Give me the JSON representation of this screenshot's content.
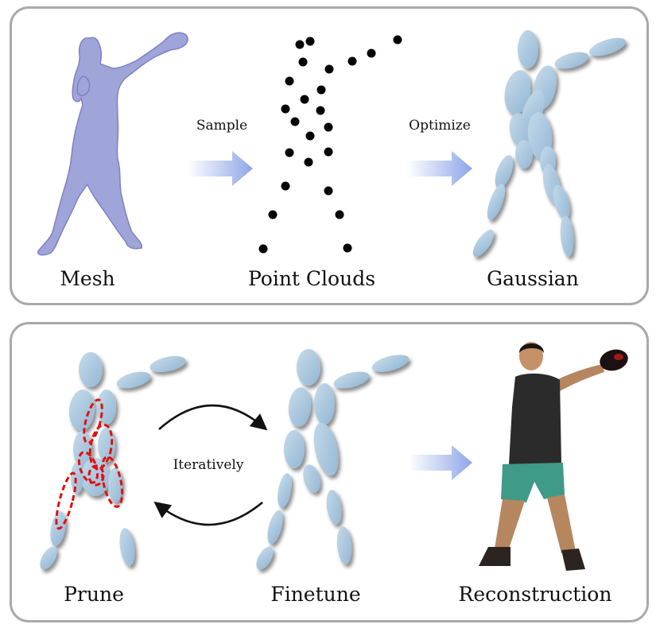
{
  "top_panel": {
    "labels": {
      "mesh": "Mesh",
      "point_clouds": "Point Clouds",
      "gaussian": "Gaussian"
    },
    "arrows": {
      "sample": "Sample",
      "optimize": "Optimize"
    }
  },
  "bottom_panel": {
    "labels": {
      "prune": "Prune",
      "finetune": "Finetune",
      "reconstruction": "Reconstruction"
    },
    "cycle": {
      "iteratively": "Iteratively"
    }
  },
  "colors": {
    "mesh": "#9fa4d9",
    "ellipse": "#a9c8e0",
    "prune_outline": "#e01010",
    "arrow": "#8ea6e8",
    "panel_border": "#a9a9a9"
  }
}
